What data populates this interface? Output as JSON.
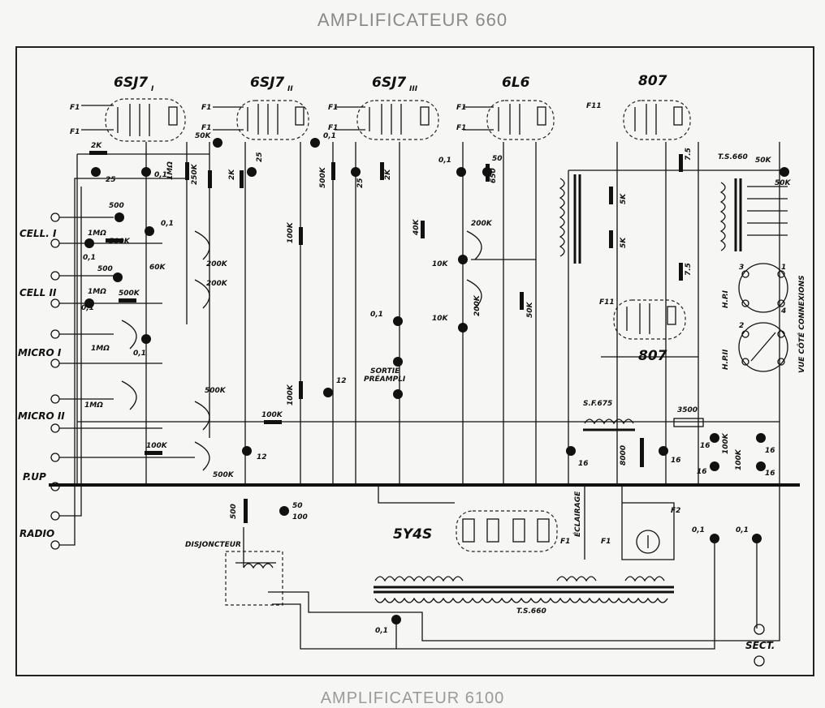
{
  "header": {
    "title": "AMPLIFICATEUR 660"
  },
  "footer": {
    "title": "AMPLIFICATEUR 6100"
  },
  "tubes": {
    "v1": "6SJ7",
    "v1_sub": "I",
    "v2": "6SJ7",
    "v2_sub": "II",
    "v3": "6SJ7",
    "v3_sub": "III",
    "v4": "6L6",
    "v5": "807",
    "v6": "807",
    "rect": "5Y4S"
  },
  "inputs": {
    "cell1": "CELL. I",
    "cell2": "CELL II",
    "micro1": "MICRO I",
    "micro2": "MICRO II",
    "pup": "P.UP",
    "radio": "RADIO"
  },
  "parts": {
    "r_2k_a": "2K",
    "c_25_a": "25",
    "c_01_a": "0,1",
    "r_1mo_a": "1MΩ",
    "r_250k": "250K",
    "r_50k_a": "50K",
    "r_2k_b": "2K",
    "c_25_b": "25",
    "c_01_b": "0,1",
    "r_500k_a": "500K",
    "c_25_c": "25",
    "r_2k_c": "2K",
    "c_01_c": "0,1",
    "c_50_a": "50",
    "r_650": "650",
    "r_40k": "40K",
    "r_100k_a": "100K",
    "r_200k_a": "200K",
    "r_10k_a": "10K",
    "r_200k_b": "200K",
    "r_10k_b": "10K",
    "r_50k_b": "50K",
    "r_500_a": "500",
    "c_01_d": "0,1",
    "r_500k_b": "500K",
    "r_1mo_b": "1MΩ",
    "r_60k": "60K",
    "r_200k_c": "200K",
    "r_200k_d": "200K",
    "r_500_b": "500",
    "c_01_e": "0,1",
    "r_1mo_c": "1MΩ",
    "r_500k_c": "500K",
    "r_1mo_d": "1MΩ",
    "c_01_f": "0,1",
    "r_1mo_e": "1MΩ",
    "c_01_g": "0,1",
    "r_500k_d": "500K",
    "r_500k_e": "500K",
    "r_100k_b": "100K",
    "r_100k_c": "100K",
    "r_100k_d": "100K",
    "c_12_a": "12",
    "c_12_b": "12",
    "c_01_h": "0,1",
    "sortie": "SORTIE",
    "preampli": "PRÉAMPLI",
    "r_5k_a": "5K",
    "r_5k_b": "5K",
    "r_75_a": "7.5",
    "r_75_b": "7.5",
    "ts660_top": "T.S.660",
    "r_50k_c": "50K",
    "c_50k_d": "50K",
    "sf675": "S.F.675",
    "r_3500": "3500",
    "c_16_a": "16",
    "c_16_b": "16",
    "c_16_c": "16",
    "c_16_d": "16",
    "c_16_e": "16",
    "c_16_f": "16",
    "r_8000": "8000",
    "r_100k_e": "100K",
    "r_100k_f": "100K",
    "hp1": "H.P.I",
    "hp2": "H.P.II",
    "vue": "VUE CÔTÉ CONNEXIONS",
    "r_500_c": "500",
    "c_50_100": "50",
    "c_50_100b": "100",
    "disjoncteur": "DISJONCTEUR",
    "ts660_bottom": "T.S.660",
    "c_01_i": "0,1",
    "c_01_j": "0,1",
    "c_01_k": "0,1",
    "sect": "SECT.",
    "f1": "F1",
    "f2": "F2",
    "f11": "F11",
    "f1r": "F1",
    "f11b": "F11",
    "eclairage": "ÉCLAIRAGE",
    "pin1": "1",
    "pin2": "2",
    "pin3": "3",
    "pin4": "4"
  }
}
